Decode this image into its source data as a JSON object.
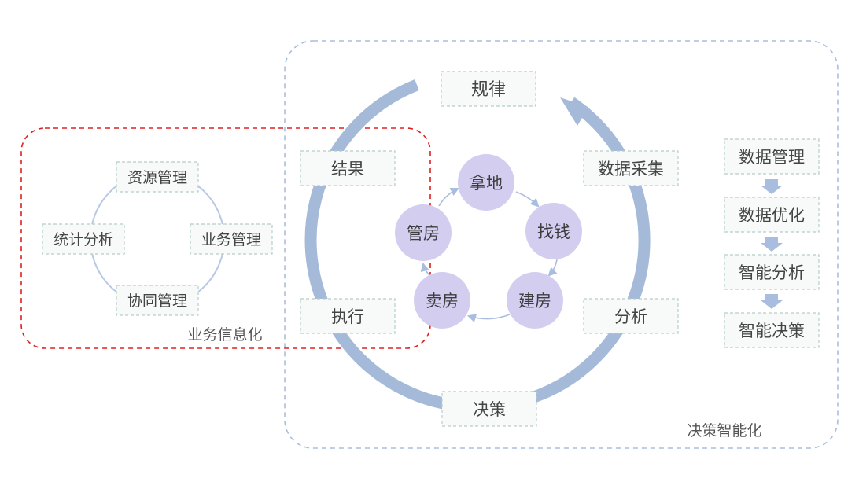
{
  "business_info": {
    "label": "业务信息化",
    "nodes": [
      "资源管理",
      "业务管理",
      "协同管理",
      "统计分析"
    ]
  },
  "decision_intel": {
    "label": "决策智能化",
    "outer_cycle": [
      "规律",
      "数据采集",
      "分析",
      "决策",
      "执行",
      "结果"
    ],
    "inner_cycle": [
      "拿地",
      "找钱",
      "建房",
      "卖房",
      "管房"
    ],
    "steps": [
      "数据管理",
      "数据优化",
      "智能分析",
      "智能决策"
    ]
  },
  "colors": {
    "red_dashed": "#e02020",
    "blue_dashed": "#a9bedf",
    "big_ring": "#a5bad9",
    "box_fill": "#f7faf9",
    "box_border": "#b7cec6",
    "inner_circle": "#d3cdf0",
    "small_arrow": "#a9bedf",
    "step_arrow": "#a9bedf"
  }
}
